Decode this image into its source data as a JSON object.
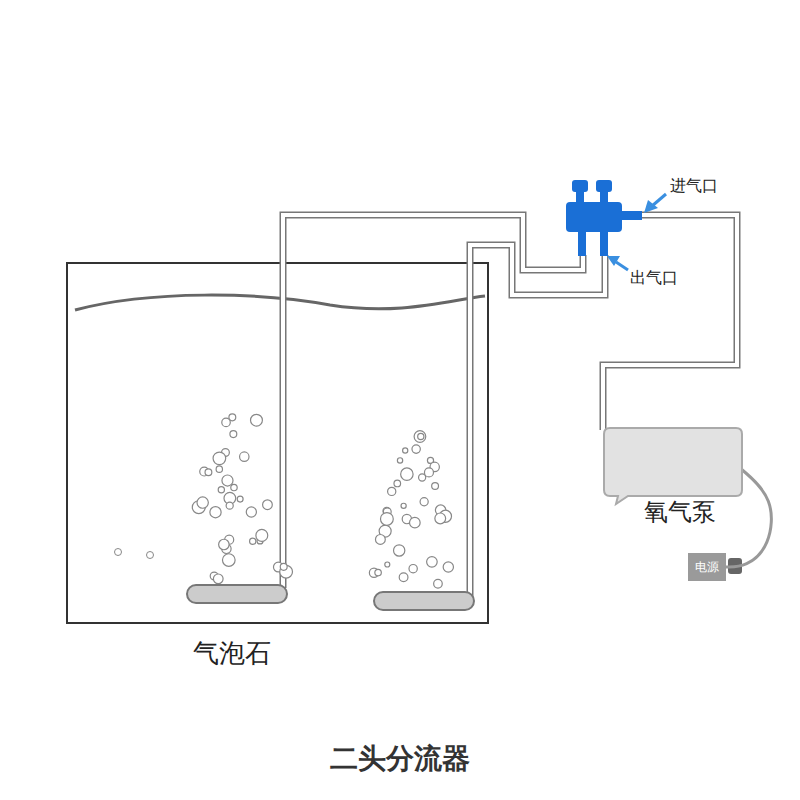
{
  "diagram": {
    "caption": "二头分流器",
    "nodes": [
      {
        "text": [
          "氧气泵"
        ]
      },
      {
        "text": [
          "电源"
        ]
      }
    ],
    "edges": [
      {
        "from": 0,
        "to": 1,
        "arrow": "none"
      }
    ],
    "labels": [
      "进气口",
      "出气口",
      "气泡石"
    ]
  }
}
